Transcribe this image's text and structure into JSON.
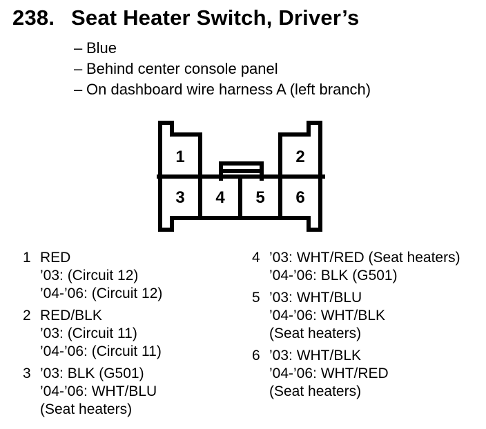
{
  "page": {
    "background_color": "#ffffff",
    "ink_color": "#000000"
  },
  "header": {
    "number": "238.",
    "title": "Seat Heater Switch, Driver’s"
  },
  "notes": [
    {
      "dash": "–",
      "text": "Blue"
    },
    {
      "dash": "–",
      "text": "Behind center console panel"
    },
    {
      "dash": "–",
      "text": "On dashboard wire harness A (left branch)"
    }
  ],
  "connector": {
    "description": "6-cavity connector, front view with center latch tab",
    "pins_top": [
      "1",
      "2"
    ],
    "pins_bottom": [
      "3",
      "4",
      "5",
      "6"
    ]
  },
  "legend": {
    "left": [
      {
        "pin": "1",
        "lines": [
          "RED",
          "’03: (Circuit 12)",
          "’04-’06: (Circuit 12)"
        ]
      },
      {
        "pin": "2",
        "lines": [
          "RED/BLK",
          "’03: (Circuit 11)",
          "’04-’06: (Circuit 11)"
        ]
      },
      {
        "pin": "3",
        "lines": [
          "’03: BLK (G501)",
          "’04-’06: WHT/BLU",
          "(Seat heaters)"
        ]
      }
    ],
    "right": [
      {
        "pin": "4",
        "lines": [
          "’03: WHT/RED (Seat heaters)",
          "’04-’06: BLK (G501)"
        ]
      },
      {
        "pin": "5",
        "lines": [
          "’03: WHT/BLU",
          "’04-’06: WHT/BLK",
          "(Seat heaters)"
        ]
      },
      {
        "pin": "6",
        "lines": [
          "’03: WHT/BLK",
          "’04-’06: WHT/RED",
          "(Seat heaters)"
        ]
      }
    ]
  }
}
